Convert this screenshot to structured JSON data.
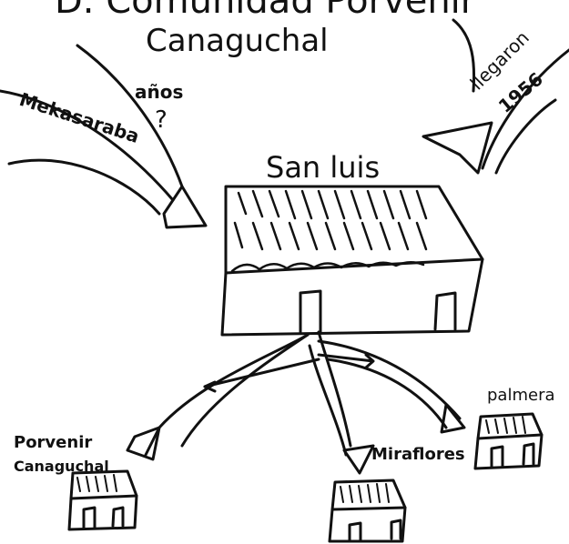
{
  "title_line1": "D. Comunidad Porvenir",
  "title_line2": "Canaguchal",
  "arrows": {
    "left_top": "años",
    "left_mid": "?",
    "left_label": "Mekasaraba",
    "right_label": "llegaron",
    "right_year": "1956"
  },
  "center_label": "San luis",
  "places": {
    "left": {
      "line1": "Porvenir",
      "line2": "Canaguchal"
    },
    "middle": "Miraflores",
    "right": "palmera"
  },
  "colors": {
    "ink": "#111111",
    "paper": "#ffffff"
  }
}
